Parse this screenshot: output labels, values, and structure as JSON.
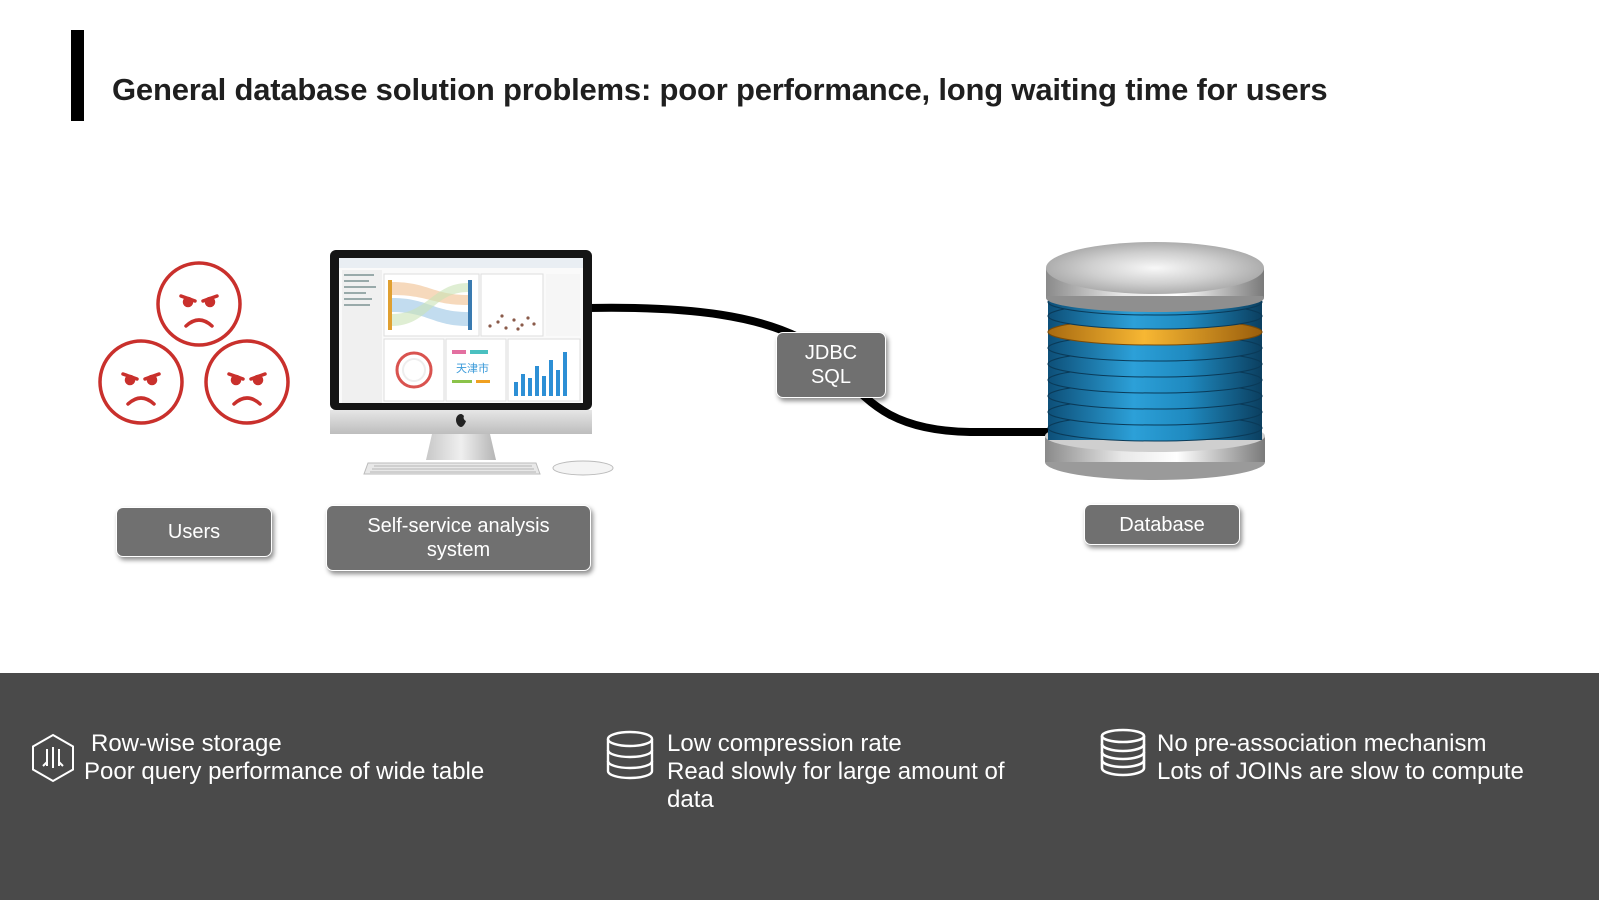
{
  "title": "General database solution problems: poor performance, long waiting time for users",
  "labels": {
    "users": "Users",
    "system_line1": "Self-service analysis",
    "system_line2": "system",
    "database": "Database",
    "jdbc_line1": "JDBC",
    "jdbc_line2": "SQL"
  },
  "screen_text": "天津市",
  "features": [
    {
      "icon": "hexagon-icon",
      "line1": "Row-wise storage",
      "line2": "Poor query performance of wide table"
    },
    {
      "icon": "database-stack-icon",
      "line1": "Low compression rate",
      "line2": "Read slowly for large amount of data"
    },
    {
      "icon": "database-layers-icon",
      "line1": "No pre-association mechanism",
      "line2": "Lots of JOINs are slow to compute"
    }
  ],
  "colors": {
    "accent_red": "#c9302c",
    "label_gray": "#707070",
    "footer_bg": "#4a4a4a",
    "db_blue": "#1f8ac0",
    "db_orange": "#f0a020"
  }
}
